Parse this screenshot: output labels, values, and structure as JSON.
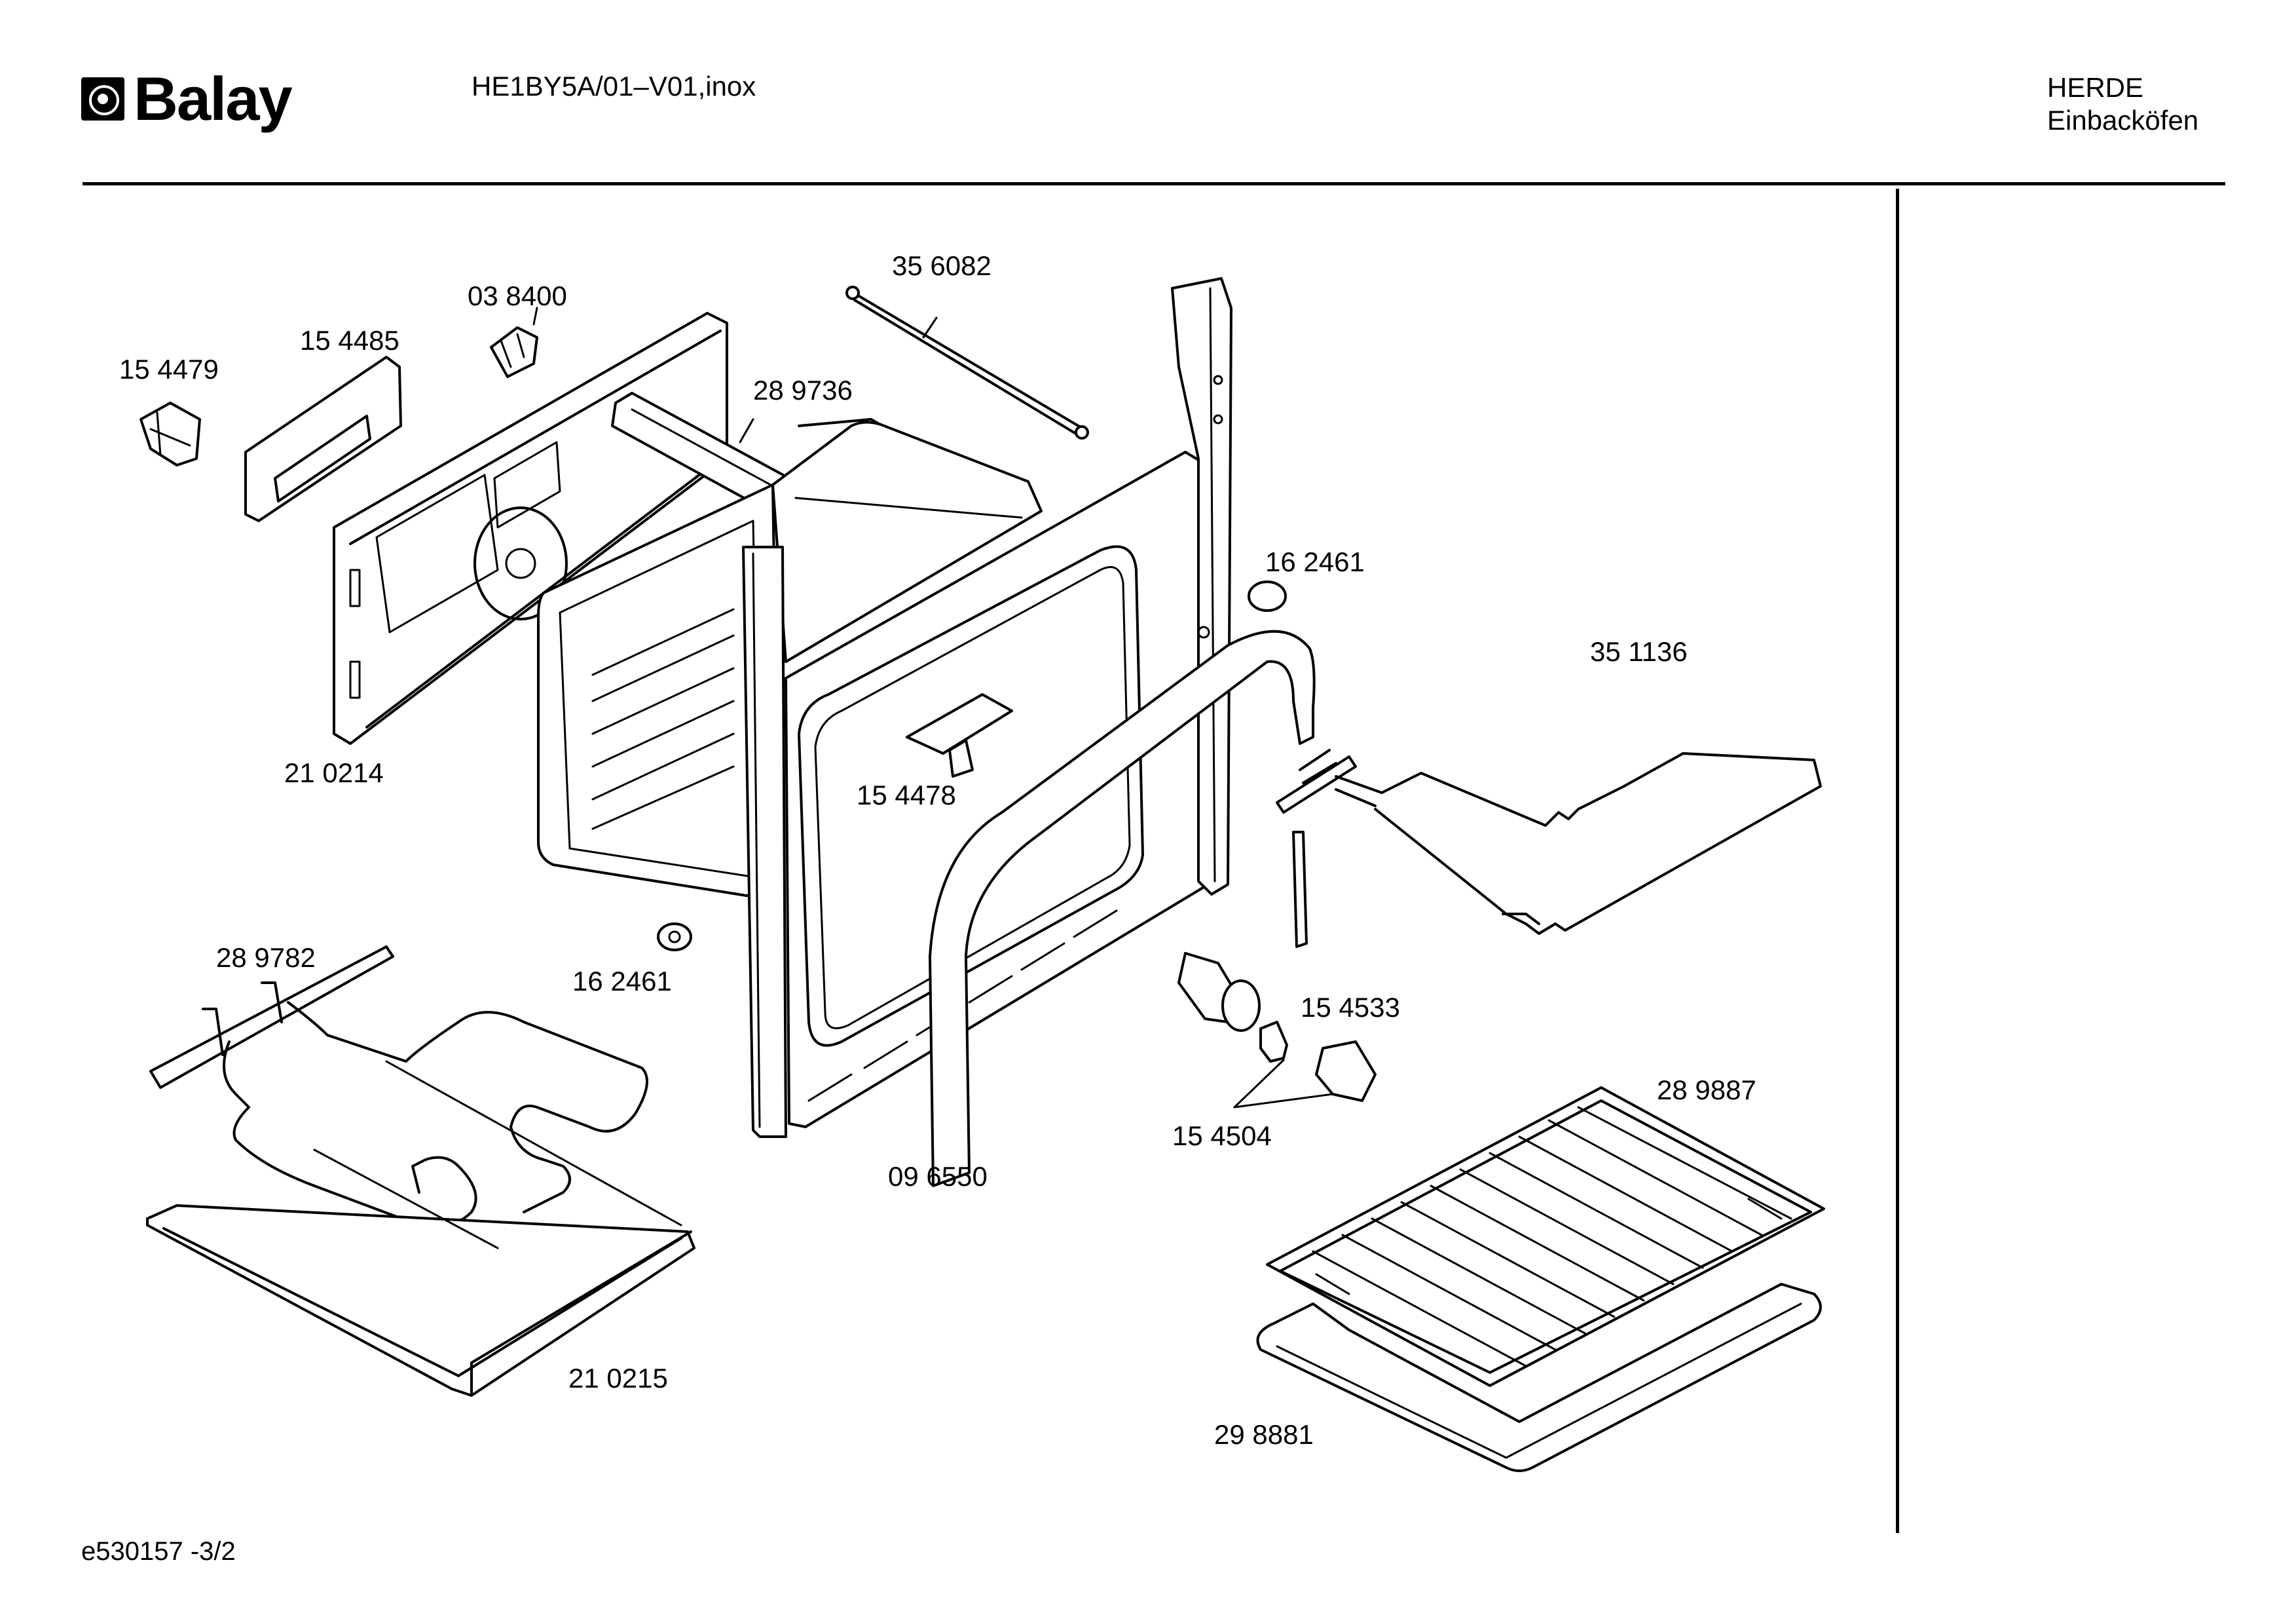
{
  "header": {
    "brand": "Balay",
    "model": "HE1BY5A/01–V01,inox",
    "category_line1": "HERDE",
    "category_line2": "Einbacköfen"
  },
  "footer": {
    "doc_ref": "e530157  -3/2"
  },
  "parts": [
    "15 4479",
    "15 4485",
    "03 8400",
    "28 9736",
    "35 6082",
    "16 2461",
    "35 1136",
    "21 0214",
    "15 4478",
    "28 9782",
    "16 2461",
    "15 4533",
    "28 9887",
    "15 4504",
    "09 6550",
    "21 0215",
    "29 8881"
  ]
}
